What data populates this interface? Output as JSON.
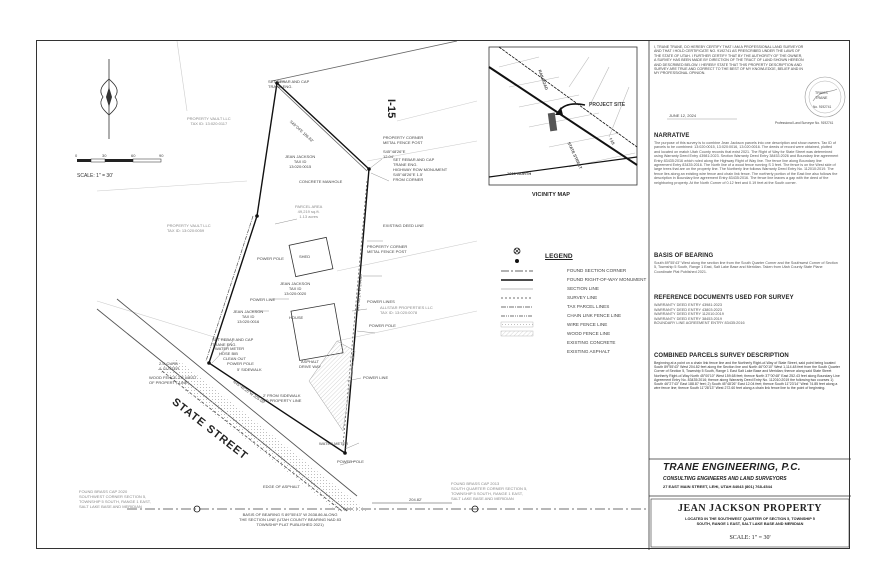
{
  "map": {
    "highway": "I-15",
    "street": "STATE STREET",
    "north_arrow_label": "N",
    "scale_bar_ticks": [
      "0",
      "30",
      "60",
      "90"
    ],
    "scale_text": "SCALE:   1\" = 30'",
    "labels": {
      "set_rebar_top": "SET REBAR AND CAP\nTRANE ENG.",
      "bearing_top": "S49°04'E 186.82'",
      "property_vault_1": "PROPERTY VAULT LLC\nTAX ID: 13:020:0117",
      "property_vault_2": "PROPERTY VAULT LLC\nTAX ID: 13:020:0059",
      "property_corner_1": "PROPERTY CORNER\nMETAL FENCE POST",
      "bearing_small": "S45°48'26\"E\n12.04'",
      "set_rebar_mid": "SET REBAR AND CAP\nTRANE ENG.",
      "row_monument": "HIGHWAY ROW MONUMENT\nS45°48'26\"E 1.5'\nFROM CORNER",
      "jean_jackson_tax": "JEAN JACKSON\nTAX ID\n13:020:0015",
      "concrete_manhole": "CONCRETE MANHOLE",
      "parcel_area": "PARCEL AREA\n49,219 sq.ft.\n1.13 acres",
      "existing_deed_line": "EXISTING DEED LINE",
      "property_corner_2": "PROPERTY CORNER\nMETAL FENCE POST",
      "power_pole_1": "POWER POLE",
      "shed": "SHED",
      "jean_jackson_tax_2": "JEAN JACKSON\nTAX ID\n13:020:0020",
      "power_line_1": "POWER LINE",
      "power_lines": "POWER LINES",
      "allstar": "ALLSTAR PROPERTIES LLC\nTAX ID: 13:020:0078",
      "jean_jackson_tax_3": "JEAN JACKSON\nTAX ID\n13:020:0016",
      "house": "HOUSE",
      "power_pole_2": "POWER POLE",
      "set_rebar_left": "SET REBAR AND CAP\nTRANE ENG.",
      "water_meter_1": "WATER METER",
      "hose_bib": "HOSE BIB",
      "clean_out": "CLEAN OUT",
      "power_pole_3": "POWER POLE",
      "sidewalk_5": "5' SIDEWALK",
      "curb_gutter": "2.5' CURB\n& GUTTER",
      "wood_fence": "WOOD FENCE 2.0' WEST\nOF PROPERTY LINE",
      "asphalt_drive": "ASPHALT\nDRIVE WAY",
      "power_line_2": "POWER LINE",
      "from_sidewalk": "2' FROM SIDEWALK\nTO PROPERTY LINE",
      "water_meter_2": "WATER METER",
      "power_pole_4": "POWER POLE",
      "edge_asphalt": "EDGE OF ASPHALT",
      "found_brass_cap_left": "FOUND BRASS CAP 2020\nSOUTHWEST CORNER SECTION 5,\nTOWNSHIP 5 SOUTH, RANGE 1 EAST,\nSALT LAKE BASE AND MERIDIAN",
      "found_brass_cap_right": "FOUND BRASS CAP 2013\nSOUTH QUARTER CORNER SECTION 5,\nTOWNSHIP 5 SOUTH, RANGE 1 EAST,\nSALT LAKE BASE AND MERIDIAN",
      "basis_of_bearing_note": "BASIS OF BEARING S 89°55'43\" W 2638.86 ALONG\nTHE SECTION LINE (UTAH COUNTY BEARING NAD 83\nTOWNSHIP PLAT PUBLISHED 2021)",
      "dimension": "204.82'",
      "along_street": "N45°48'26\"W  205.00'",
      "bearing_right": "S41°00'24\"W  244.66'"
    }
  },
  "legend": {
    "title": "LEGEND",
    "items": [
      "FOUND SECTION CORNER",
      "FOUND RIGHT-OF-WAY MONUMENT",
      "SECTION LINE",
      "SURVEY LINE",
      "TAX PARCEL LINES",
      "CHAIN LINK FENCE LINE",
      "WIRE FENCE LINE",
      "WOOD FENCE LINE",
      "EXISTING CONCRETE",
      "EXISTING ASPHALT"
    ]
  },
  "vicinity": {
    "title": "VICINITY MAP",
    "railroad": "RAILROAD",
    "project_site": "PROJECT SITE",
    "street_name": "1600 NORTH",
    "state_street": "STATE STREET",
    "highway": "I-15"
  },
  "title_block": {
    "certificate": "I, TRANE TRANE, DO HEREBY CERTIFY THAT I AM A PROFESSIONAL LAND SURVEYOR AND THAT I HOLD CERTIFICATE NO. 9192741 AS PRESCRIBED UNDER THE LAWS OF THE STATE OF UTAH. I FURTHER CERTIFY THAT BY THE AUTHORITY OF THE OWNER, A SURVEY HAS BEEN MADE BY DIRECTION OF THE TRACT OF LAND SHOWN HEREON AND DESCRIBED BELOW. I HEREBY STATE THAT THIS PROPERTY DESCRIPTION AND SURVEY ARE TRUE AND CORRECT TO THE BEST OF MY KNOWLEDGE, BELIEF AND IN MY PROFESSIONAL OPINION.",
    "date": "JUNE 12, 2024",
    "seal_name": "TRAVIS\nTRANE",
    "seal_number": "No. 9192741",
    "surveyor_caption": "Professional Land Surveyor No. 9192741",
    "narrative_title": "NARRATIVE",
    "narrative": "The purpose of this survey is to combine Jean Jackson parcels into one description and show owners. Tax ID of parcels to be combined: 13:020:0015, 13:020:0016, 13:020:0016. The deeds of record were obtained, plotted and located on match Utah County records that exist 2021. The Right of Way for State Street was determined using Warranty Deed Entry 43981:2023. Section Warranty Deed Entry 38453:2026 and Boundary line agreement Entry 83435:2016 which ruled along the Highway Right of Way line. The fence line along Boundary line agreement Entry 83435:2016. The North line of a wood fence running S 3 feet. The fence is on the West side of large trees that are on the property line. The Northerly line follows Warranty Deed Entry No. 112010:2019. The fence lies along an existing wire fence and chain link fence. The northerly portion of the East line also follows the description in Boundary line agreement Entry 83435:2016. The fence line leaves a gap with the deed of the neighboring property. At the North Corner of 0.12 feet and 0.19 feet at the South corner.",
    "basis_title": "BASIS OF BEARING",
    "basis": "South 89°55'43\" West along the section line from the South Quarter Corner and the Southwest Corner of Section 5, Township 5 South, Range 1 East, Salt Lake Base and Meridian. Taken from Utah County State Plane Coordinate Plat Published 2021.",
    "refs_title": "REFERENCE DOCUMENTS USED FOR SURVEY",
    "refs": [
      "WARRANTY DEED ENTRY 43981:2023",
      "WARRANTY DEED ENTRY 43803:2023",
      "WARRANTY DEED ENTRY 112010:2019",
      "WARRANTY DEED ENTRY 38453:2019",
      "BOUNDARY LINE AGREEMENT ENTRY 83435:2016"
    ],
    "combined_title": "COMBINED PARCELS SURVEY DESCRIPTION",
    "combined": "Beginning at a point on a chain link fence line and the Northerly Right-of-Way of State Street, said point being located South 89°55'43\" West 204.82 feet along the Section line and North 46°00'10\" West 1,114.48 feet from the South Quarter Corner of Section 5, Township 5 South, Range 1 East Salt Lake Base and Meridian; thence along said State Street Northerly Right-of-Way North 45°00'10\" West 159.68 feet; thence North 37°00'48\" East 252.43 feet along Boundary Line Agreement Entry No. 83435:2016; thence along Warranty Deed Entry No. 112010:2019 the following two courses 1) South 46°27'43\" East 188.87 feet; 2) South 45°48'26\" East 12.04 feet; thence South 11°23'14\" West 74.85 feet along a wire fence line; thence South 11°28'13\" West 272.60 feet along a chain link fence line to the point of beginning.",
    "company": "TRANE ENGINEERING, P.C.",
    "company_sub": "CONSULTING ENGINEERS AND LAND SURVEYORS",
    "company_addr": "27 EAST MAIN STREET, LEHI, UTAH  84043     (801) 768-4544",
    "project_title": "JEAN JACKSON PROPERTY",
    "project_loc": "LOCATED IN THE SOUTHWEST QUARTER OF SECTION 5, TOWNSHIP 5\nSOUTH, RANGE 1 EAST, SALT LAKE BASE AND MERIDIAN",
    "project_scale": "SCALE:  1\" = 30'"
  }
}
